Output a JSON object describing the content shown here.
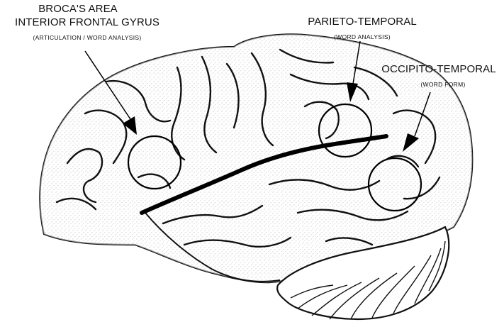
{
  "labels": {
    "broca": {
      "title": "BROCA'S AREA",
      "subtitle": "INTERIOR FRONTAL GYRUS",
      "note": "(ARTICULATION / WORD ANALYSIS)"
    },
    "parieto": {
      "title": "PARIETO-TEMPORAL",
      "note": "(WORD ANALYSIS)"
    },
    "occipito": {
      "title": "OCCIPITO-TEMPORAL",
      "note": "(WORD FORM)"
    }
  },
  "colors": {
    "ink": "#111111",
    "background": "#ffffff"
  }
}
